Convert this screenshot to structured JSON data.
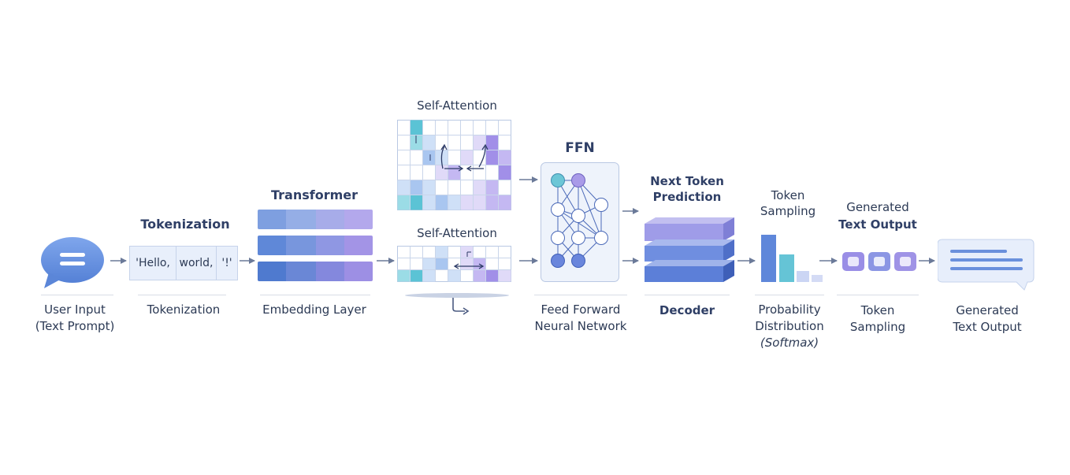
{
  "diagram": {
    "stages": [
      {
        "id": "user-input",
        "caption_line1": "User Input",
        "caption_line2": "(Text Prompt)"
      },
      {
        "id": "tokenization",
        "title": "Tokenization",
        "caption": "Tokenization",
        "tokens": [
          "'Hello,",
          "world,",
          "'!'"
        ]
      },
      {
        "id": "embedding",
        "title": "Transformer",
        "caption": "Embedding Layer"
      },
      {
        "id": "attention",
        "title_top": "Self-Attention",
        "title_bottom": "Self-Attention"
      },
      {
        "id": "ffn",
        "title": "FFN",
        "caption_line1": "Feed Forward",
        "caption_line2": "Neural Network"
      },
      {
        "id": "decoder",
        "title_line1": "Next Token",
        "title_line2": "Prediction",
        "caption": "Decoder"
      },
      {
        "id": "probability",
        "title_line1": "Token",
        "title_line2": "Sampling",
        "caption_line1": "Probability",
        "caption_line2": "Distribution",
        "caption_line3": "(Softmax)"
      },
      {
        "id": "sampling",
        "title_line1": "Generated",
        "title_line2": "Text Output",
        "caption_line1": "Token",
        "caption_line2": "Sampling"
      },
      {
        "id": "output",
        "caption_line1": "Generated",
        "caption_line2": "Text Output"
      }
    ]
  },
  "colors": {
    "accent_blue": "#5b8fd9",
    "accent_purple": "#9a8ee6",
    "accent_teal": "#5bc6d6",
    "arrow": "#6b7a99",
    "text": "#2c3a55"
  }
}
